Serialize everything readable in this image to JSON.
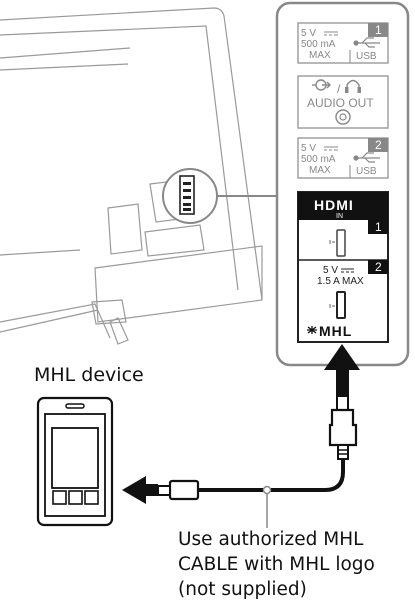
{
  "ports": {
    "usb1": {
      "spec_top": "5 V",
      "spec_mid": "500 mA",
      "spec_bot": "MAX",
      "number": "1",
      "label": "USB"
    },
    "audio_out": {
      "line1": "/",
      "line2": "AUDIO OUT"
    },
    "usb2": {
      "spec_top": "5 V",
      "spec_mid": "500 mA",
      "spec_bot": "MAX",
      "number": "2",
      "label": "USB"
    },
    "hdmi": {
      "logo": "HDMI",
      "sub": "IN"
    },
    "hdmi1": {
      "number": "1"
    },
    "hdmi2": {
      "number": "2",
      "spec_top": "5 V",
      "spec_bot": "1.5 A MAX",
      "mhl_logo": "MHL"
    }
  },
  "device_label": "MHL device",
  "cable_caption": {
    "line1": "Use authorized MHL",
    "line2": "CABLE with MHL logo",
    "line3": "(not supplied)"
  }
}
